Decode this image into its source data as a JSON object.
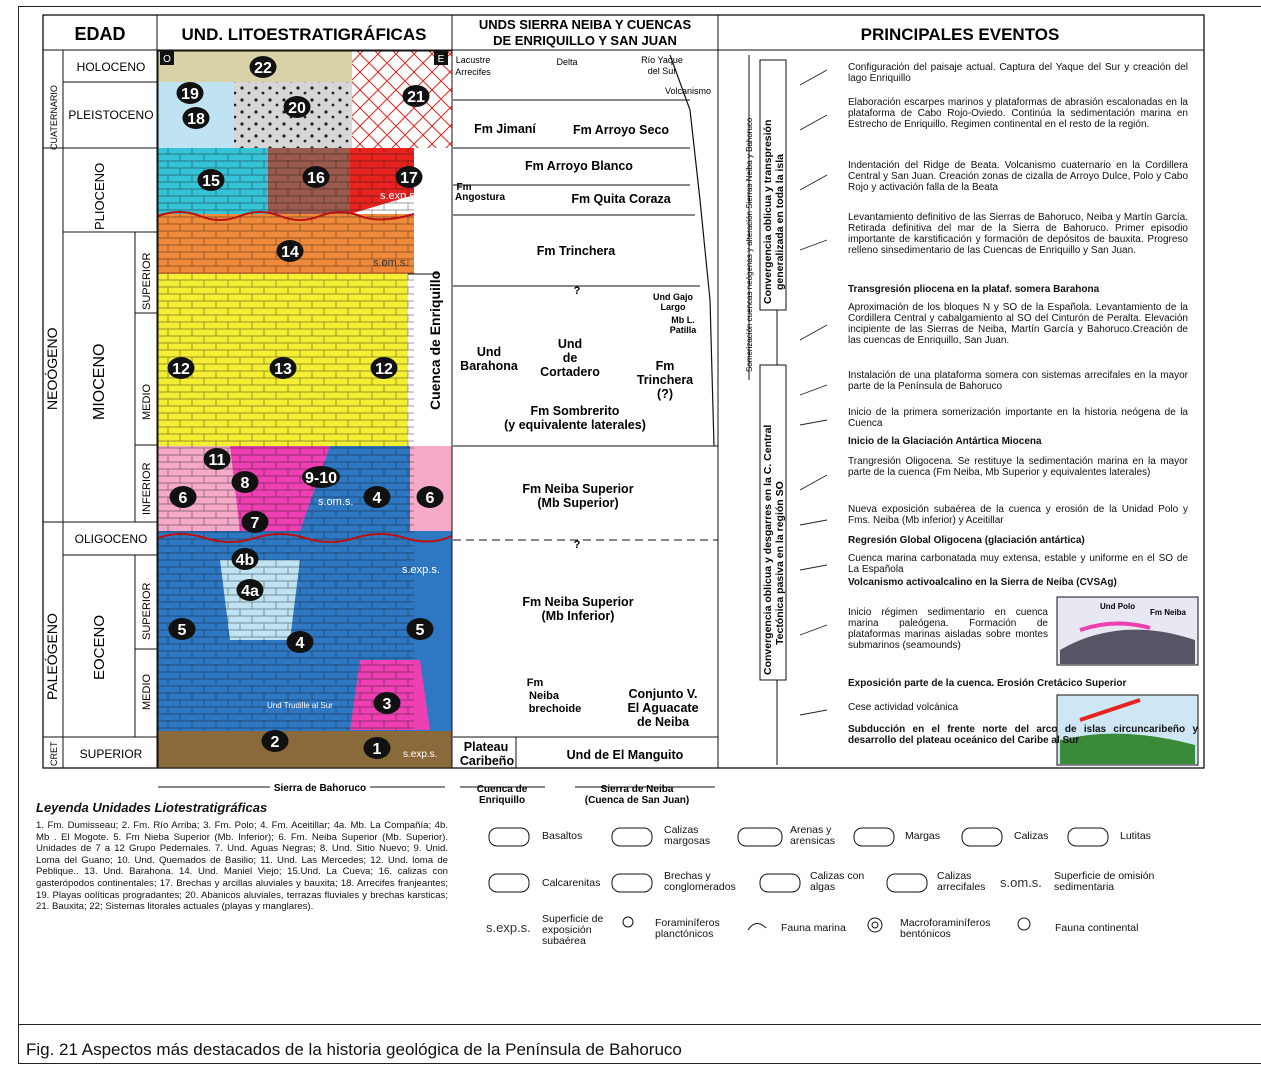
{
  "headers": {
    "edad": "EDAD",
    "litho": "UND. LITOESTRATIGRÁFICAS",
    "sierra_l1": "UNDS SIERRA NEIBA Y CUENCAS",
    "sierra_l2": "DE ENRIQUILLO Y SAN JUAN",
    "eventos": "PRINCIPALES EVENTOS"
  },
  "ages": {
    "cuaternario": "CUATERNARIO",
    "holoceno": "HOLOCENO",
    "pleistoceno": "PLEISTOCENO",
    "neogeno": "NEOÓGENO",
    "plioceno": "PLIOCENO",
    "mioceno": "MIOCENO",
    "superior": "SUPERIOR",
    "medio": "MEDIO",
    "inferior": "INFERIOR",
    "oligoceno": "OLIGOCENO",
    "paleogeno": "PALEÓGENO",
    "eoceno": "EOCENO",
    "cret": "CRET"
  },
  "litho": {
    "marker_o": "O",
    "marker_e": "E",
    "numbers": [
      "22",
      "19",
      "20",
      "21",
      "18",
      "15",
      "16",
      "17",
      "14",
      "12",
      "13",
      "12",
      "11",
      "8",
      "9-10",
      "4",
      "6",
      "6",
      "7",
      "4b",
      "4a",
      "5",
      "4",
      "5",
      "3",
      "2",
      "1"
    ],
    "q": "?",
    "som": "s.om.s.",
    "sexp": "s.exp.s.",
    "trudille": "Und Trudille al Sur",
    "cuenca": "Cuenca de Enriquillo"
  },
  "sierra": {
    "lacustre": "Lacustre",
    "arrecifes": "Arrecifes",
    "delta": "Delta",
    "rio_yaque_1": "Río Yaque",
    "rio_yaque_2": "del Sur",
    "volcanismo": "Volcanismo",
    "fm_jimani": "Fm Jimaní",
    "fm_arroyo_seco": "Fm Arroyo Seco",
    "fm_arroyo_blanco": "Fm Arroyo Blanco",
    "fm_1": "Fm",
    "angostura": "Angostura",
    "fm_quita_coraza": "Fm Quita Coraza",
    "fm_trinchera": "Fm Trinchera",
    "und_gajo_1": "Und Gajo",
    "und_gajo_2": "Largo",
    "mb_l_1": "Mb L.",
    "mb_l_2": "Patilla",
    "und_1": "Und",
    "barahona": "Barahona",
    "de": "de",
    "cortadero": "Cortadero",
    "fm_2": "Fm",
    "trinchera": "Trinchera",
    "trinchera_q": "(?)",
    "fm_sombrerito": "Fm Sombrerito",
    "sombrerito_2": "(y equivalente laterales)",
    "neiba_sup": "Fm Neiba Superior",
    "mb_sup": "(Mb Superior)",
    "neiba_inf": "Fm Neiba Superior",
    "mb_inf": "(Mb Inferior)",
    "fm_3": "Fm",
    "neiba": "Neiba",
    "brechoide": "brechoide",
    "conjunto_1": "Conjunto V.",
    "conjunto_2": "El Aguacate",
    "conjunto_3": "de Neiba",
    "plateau_1": "Plateau",
    "plateau_2": "Caribeño",
    "manguito": "Und de El Manguito"
  },
  "vertical": {
    "somerizacion": "Somerización cuencas neógenas y alteración Sierras Neiba y Bahoruco",
    "conv1_l1": "Convergencia oblicua y transpresión",
    "conv1_l2": "generalizada en toda la isla",
    "conv2_l1": "Convergencia oblicua y desgarres en la C. Central",
    "conv2_l2": "Tectónica pasiva en la región SO"
  },
  "events": [
    "Configuración del paisaje actual. Captura del Yaque del Sur y creación del lago Enriquillo",
    "Elaboración escarpes marinos y plataformas de abrasión escalonadas en la plataforma de Cabo Rojo-Oviedo. Continúa la sedimentación marina en Estrecho de Enriquillo. Regimen continental en el resto de la región.",
    "Indentación del Ridge de Beata. Volcanismo cuaternario en la Cordillera Central y San Juan. Creación zonas de cizalla de Arroyo Dulce, Polo y Cabo Rojo y activación falla de la Beata",
    "Levantamiento definitivo de las Sierras de Bahoruco, Neiba y Martín García. Retirada definitiva del mar de la Sierra de Bahoruco. Primer episodio importante de karstificación y formación de depósitos de bauxita. Progreso relleno sinsedimentario de las Cuencas de Enriquillo y San Juan.",
    "Transgresión pliocena en la plataf. somera Barahona",
    "Aproximación de los bloques N y SO de la Española. Levantamiento de la Cordillera Central y cabalgamiento al SO del Cinturón de Peralta. Elevación incipiente de las Sierras de Neiba, Martín García y Bahoruco.Creación de las cuencas de Enriquillo, San Juan.",
    "Instalación de una plataforma somera con sistemas arrecifales en la mayor parte de la Península de Bahoruco",
    "Inicio de la primera somerización importante en la historia neógena de la Cuenca",
    "Inicio de la Glaciación Antártica Miocena",
    "Trangresión Oligocena. Se restituye la sedimentación marina en la mayor parte de la cuenca (Fm Neiba, Mb Superior y equivalentes laterales)",
    "Nueva exposición subaérea de la cuenca y erosión de la Unidad Polo y Fms. Neiba (Mb inferior) y Aceitillar",
    "Regresión Global Oligocena (glaciación antártica)",
    "Cuenca marina carbonatada muy extensa, estable y uniforme en el SO de La Española",
    "Volcanismo activoalcalino en la Sierra de Neiba (CVSAg)",
    "Inicio régimen sedimentario en cuenca marina paleógena. Formación de plataformas marinas aisladas sobre montes submarinos (seamounds)",
    "Exposición parte de la cuenca. Erosión Cretácico Superior",
    "Cese actividad volcánica",
    "Subducción en el frente norte del arco de islas circuncaribeño y desarrollo del plateau oceánico del Caribe al Sur"
  ],
  "inset": {
    "und_polo": "Und Polo",
    "fm_neiba": "Fm Neiba"
  },
  "bottom": {
    "sierra_bahoruco": "Sierra de Bahoruco",
    "cuenca_1": "Cuenca de",
    "cuenca_2": "Enriquillo",
    "sierra_neiba_1": "Sierra de Neiba",
    "sierra_neiba_2": "(Cuenca de San Juan)"
  },
  "legend": {
    "title": "Leyenda Unidades Liotestratigráficas",
    "text": "1. Fm. Dumisseau; 2. Fm. Río Arriba; 3. Fm. Polo; 4. Fm. Aceitillar; 4a. Mb. La Compañía; 4b. Mb . El Mogote. 5. Fm Nieba Superior (Mb. Inferior); 6. Fm. Neiba Superior (Mb. Superior). Unidades de 7 a 12 Grupo Pedernales. 7. Und. Aguas Negras; 8. Und. Sitio Nuevo; 9. Unid. Loma del Guano; 10. Und. Quemados de Basilio; 11. Und. Las Mercedes; 12. Und. loma de Peblique.. 13. Und. Barahona. 14. Und. Maniel Viejo; 15.Und. La Cueva; 16. calizas con gasterópodos continentales; 17. Brechas y arcillas aluviales y bauxita; 18. Arrecifes franjeantes; 19. Playas oolíticas progradantes; 20. Abanicos aluviales, terrazas fluviales y brechas karsticas; 21. Bauxita; 22; Sistemas litorales actuales (playas y manglares).",
    "symbols": {
      "basaltos": "Basaltos",
      "calizas_margosas": "Calizas margosas",
      "arenas": "Arenas y arensicas",
      "margas": "Margas",
      "calizas": "Calizas",
      "lutitas": "Lutitas",
      "calcarenitas": "Calcarenitas",
      "brechas": "Brechas y conglomerados",
      "calizas_algas": "Calizas con algas",
      "calizas_arrecifales": "Calizas arrecifales",
      "som_label": "s.om.s.",
      "som": "Superficie de omisión sedimentaria",
      "sexp_label": "s.exp.s.",
      "sexp": "Superficie de exposición subaérea",
      "foraminiferos": "Foraminíferos planctónicos",
      "fauna_marina": "Fauna marina",
      "macroforaminiferos": "Macroforaminíferos bentónicos",
      "fauna_continental": "Fauna continental"
    }
  },
  "caption": "Fig. 21 Aspectos más destacados de la historia geológica de la Península de Bahoruco",
  "colors": {
    "yellow": "#f5ef33",
    "blue": "#2e78c3",
    "lightblue": "#bfe3f2",
    "orange": "#f08a3a",
    "pink": "#f6a9c9",
    "magenta": "#ee3fb3",
    "red": "#e8231f",
    "brown": "#9b5a4e",
    "cyan": "#35c3d8"
  }
}
